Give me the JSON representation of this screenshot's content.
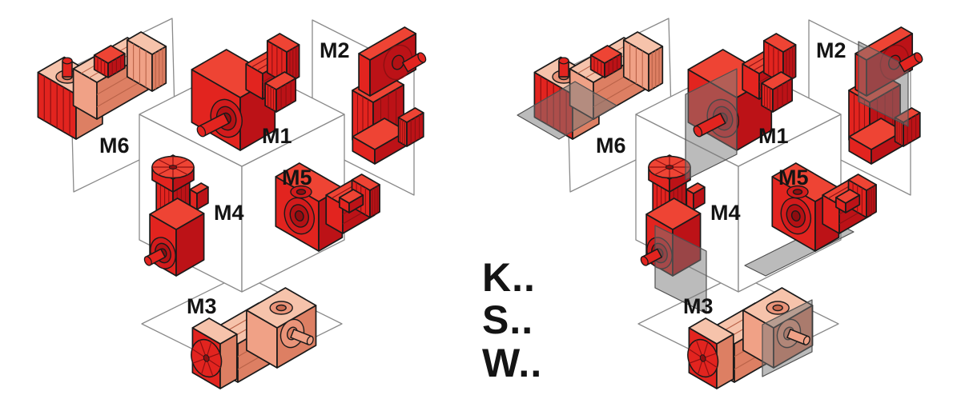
{
  "figure": {
    "background": "#ffffff"
  },
  "legend": {
    "lines": [
      "K..",
      "S..",
      "W.."
    ]
  },
  "diagrams": [
    {
      "id": "left-diagram",
      "has_mounting_plates": false,
      "labels": {
        "m1": "M1",
        "m2": "M2",
        "m3": "M3",
        "m4": "M4",
        "m5": "M5",
        "m6": "M6"
      }
    },
    {
      "id": "right-diagram",
      "has_mounting_plates": true,
      "labels": {
        "m1": "M1",
        "m2": "M2",
        "m3": "M3",
        "m4": "M4",
        "m5": "M5",
        "m6": "M6"
      }
    }
  ],
  "colors": {
    "red": "#e2241f",
    "red_dark": "#bc1217",
    "red_light": "#ee4434",
    "red_rib": "#8e1012",
    "salmon": "#f0a186",
    "salmon_dark": "#dd7f63",
    "salmon_light": "#f6c3ab",
    "salmon_rib": "#b96248",
    "flange_red": [
      "#d21b1c",
      "#b31114",
      "#8e0d10"
    ],
    "flange_salmon": [
      "#ea9479",
      "#dd7f63",
      "#c96a4f"
    ],
    "mounting_plate": "#787878",
    "mounting_plate_edge": "#4f4f4f",
    "outline": "#1a1a1a",
    "frame_lines": "#8a8a8a",
    "label_text": "#141414"
  }
}
